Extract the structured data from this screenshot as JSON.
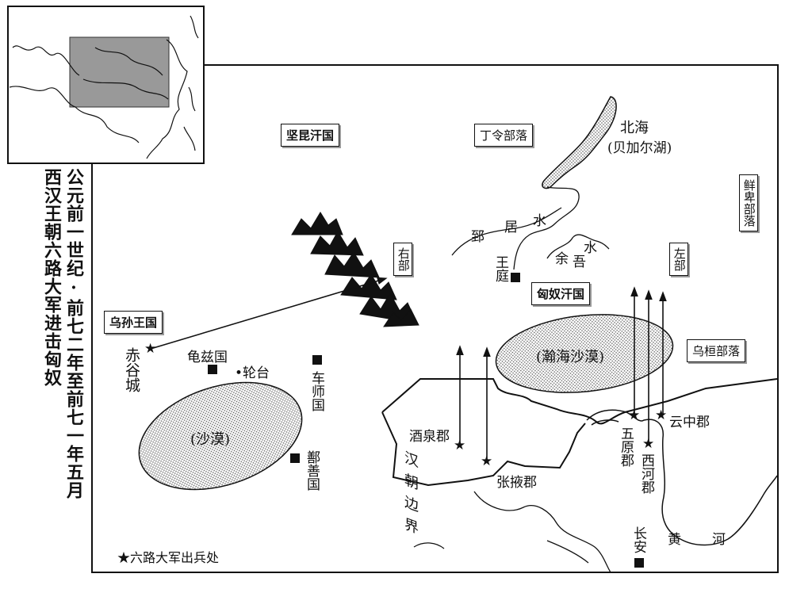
{
  "title": "西汉王朝六路大军进击匈奴",
  "date_range": "公元前一世纪·前七二年至前七一年五月",
  "legend": {
    "star_label": "★六路大军出兵处"
  },
  "regions": {
    "jiankun": "坚昆汗国",
    "dingling": "丁令部落",
    "xianbei": "鲜卑部落",
    "wusun": "乌孙王国",
    "xiongnu": "匈奴汗国",
    "wuhuan": "乌桓部落",
    "right_dept": "右部",
    "left_dept": "左部"
  },
  "features": {
    "beihai": "北海",
    "baikal": "(贝加尔湖)",
    "zhiju": "郅",
    "ju": "居",
    "shui1": "水",
    "yu": "余",
    "wu": "吾",
    "shui2": "水",
    "hanhai": "(瀚海沙漠)",
    "desert": "(沙漠)",
    "border": "汉朝边界",
    "huanghe1": "黄",
    "huanghe2": "河"
  },
  "places": {
    "wangting": "王庭",
    "chigu": "赤谷城",
    "qiuci": "龟兹国",
    "luntai": "•轮台",
    "cheshi": "车师国",
    "shanshan": "鄯善国",
    "jiuquan": "酒泉郡",
    "zhangye": "张掖郡",
    "wuyuan": "五原郡",
    "xihe": "西河郡",
    "yunzhong": "云中郡",
    "changan": "长安"
  }
}
